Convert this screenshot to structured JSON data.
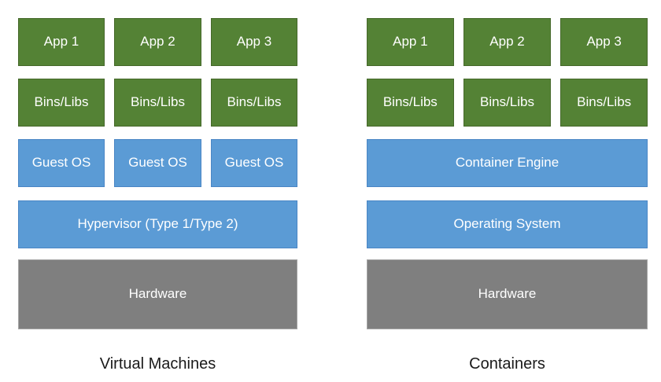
{
  "diagram": {
    "stacks": [
      {
        "label": "Virtual Machines",
        "rows": [
          {
            "cells": [
              "App 1",
              "App 2",
              "App 3"
            ]
          },
          {
            "cells": [
              "Bins/Libs",
              "Bins/Libs",
              "Bins/Libs"
            ]
          },
          {
            "cells": [
              "Guest OS",
              "Guest OS",
              "Guest OS"
            ]
          },
          {
            "cells": [
              "Hypervisor (Type 1/Type 2)"
            ]
          },
          {
            "cells": [
              "Hardware"
            ]
          }
        ]
      },
      {
        "label": "Containers",
        "rows": [
          {
            "cells": [
              "App 1",
              "App 2",
              "App 3"
            ]
          },
          {
            "cells": [
              "Bins/Libs",
              "Bins/Libs",
              "Bins/Libs"
            ]
          },
          {
            "cells": [
              "Container Engine"
            ]
          },
          {
            "cells": [
              "Operating System"
            ]
          },
          {
            "cells": [
              "Hardware"
            ]
          }
        ]
      }
    ],
    "colors": {
      "app_green": "#548235",
      "os_blue": "#5B9BD5",
      "hardware_gray": "#7F7F7F",
      "box_text": "#FFFFFF",
      "caption_text": "#1A1A1A",
      "background": "#FFFFFF"
    }
  }
}
